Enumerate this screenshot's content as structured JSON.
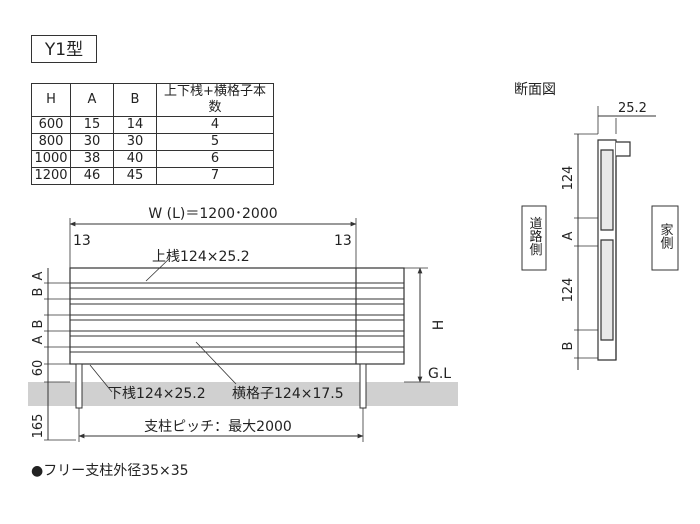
{
  "model_label": "Y1型",
  "spec_table": {
    "headers": [
      "H",
      "A",
      "B",
      "上下桟+横格子本数"
    ],
    "rows": [
      [
        "600",
        "15",
        "14",
        "4"
      ],
      [
        "800",
        "30",
        "30",
        "5"
      ],
      [
        "1000",
        "38",
        "40",
        "6"
      ],
      [
        "1200",
        "46",
        "45",
        "7"
      ]
    ]
  },
  "front_view": {
    "width_label": "W (L)＝1200･2000",
    "left_margin": "13",
    "right_margin": "13",
    "top_rail_label": "上桟124×25.2",
    "bottom_rail_label": "下桟124×25.2",
    "lattice_label": "横格子124×17.5",
    "post_pitch_label": "支柱ピッチ：最大2000",
    "height_label": "H",
    "ground_label": "G.L",
    "left_dims": [
      "A",
      "B",
      "B",
      "A",
      "60",
      "165"
    ]
  },
  "section_view": {
    "title": "断面図",
    "top_width": "25.2",
    "dim_top": "124",
    "dim_mid": "A",
    "dim_lower": "124",
    "dim_bottom": "B",
    "road_side_label": "道路側",
    "house_side_label": "家側"
  },
  "footnote": "●フリー支柱外径35×35"
}
